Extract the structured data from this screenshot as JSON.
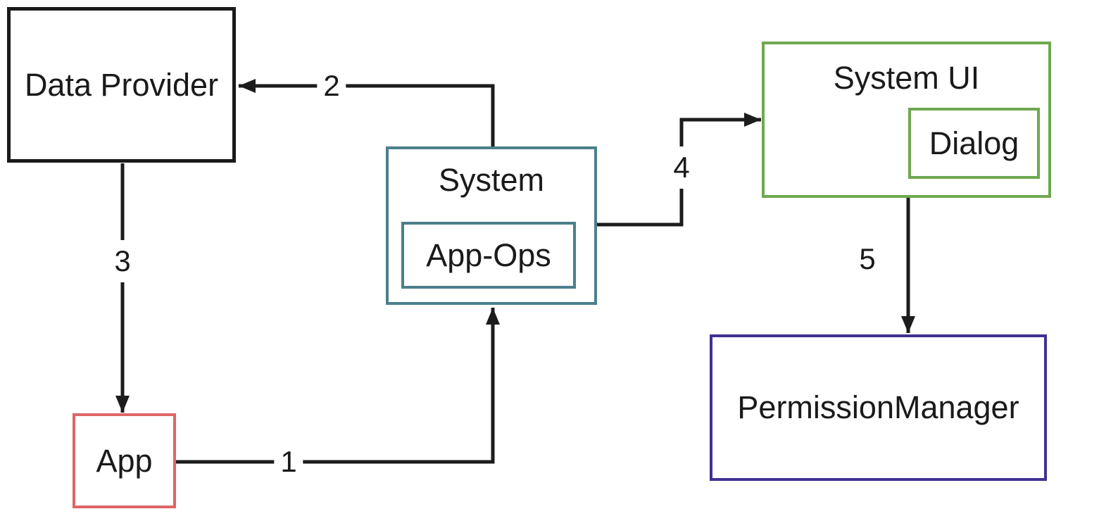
{
  "colors": {
    "box_black": "#1a1a1a",
    "box_teal": "#4c7f8c",
    "box_green": "#6fa84f",
    "box_red": "#dd6666",
    "box_purple": "#3f3192",
    "arrow": "#1c1c1c",
    "text": "#1a1a1a",
    "background": "#ffffff"
  },
  "nodes": {
    "data_provider": {
      "label": "Data Provider"
    },
    "app": {
      "label": "App"
    },
    "system": {
      "label": "System"
    },
    "app_ops": {
      "label": "App-Ops"
    },
    "system_ui": {
      "label": "System UI"
    },
    "dialog": {
      "label": "Dialog"
    },
    "permission_manager": {
      "label": "PermissionManager"
    }
  },
  "edges": [
    {
      "label": "1",
      "from": "app",
      "to": "system"
    },
    {
      "label": "2",
      "from": "system",
      "to": "data_provider"
    },
    {
      "label": "3",
      "from": "data_provider",
      "to": "app"
    },
    {
      "label": "4",
      "from": "system",
      "to": "system_ui"
    },
    {
      "label": "5",
      "from": "system_ui",
      "to": "permission_manager"
    }
  ]
}
